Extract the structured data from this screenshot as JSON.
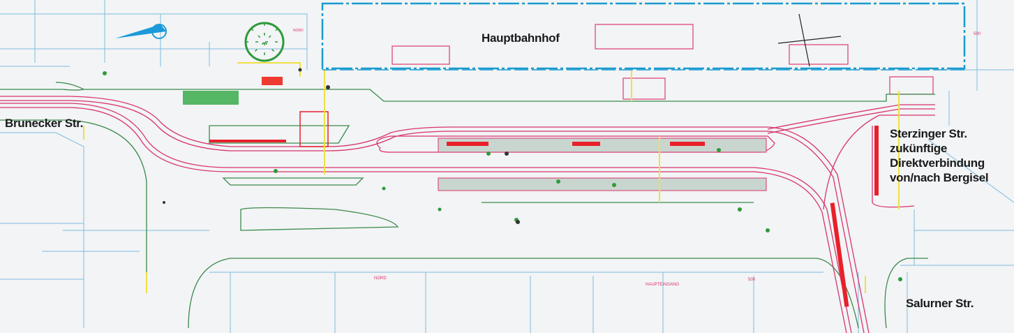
{
  "labels": {
    "station": "Hauptbahnhof",
    "west_street": "Brunecker Str.",
    "east_street_lines": [
      "Sterzinger Str.",
      "zukünftige",
      "Direktverbindung",
      "von/nach Bergisel"
    ],
    "south_street": "Salurner Str."
  },
  "small_labels": {
    "nord_top": "NORD",
    "nord_bottom": "NORD",
    "scale_top": "500",
    "scale_bottom": "500",
    "main_entrance": "HAUPTEINGANG"
  },
  "colors": {
    "background": "#f2f4f6",
    "buildings": "#6fb4d6",
    "station_outline": "#1a9ad0",
    "tracks": "#d9336b",
    "platforms": "#e8202a",
    "greenery": "#2e9a3a",
    "curbs": "#3a8a4a",
    "north_arrow": "#1a9ad8",
    "crossings": "#f0e040"
  }
}
